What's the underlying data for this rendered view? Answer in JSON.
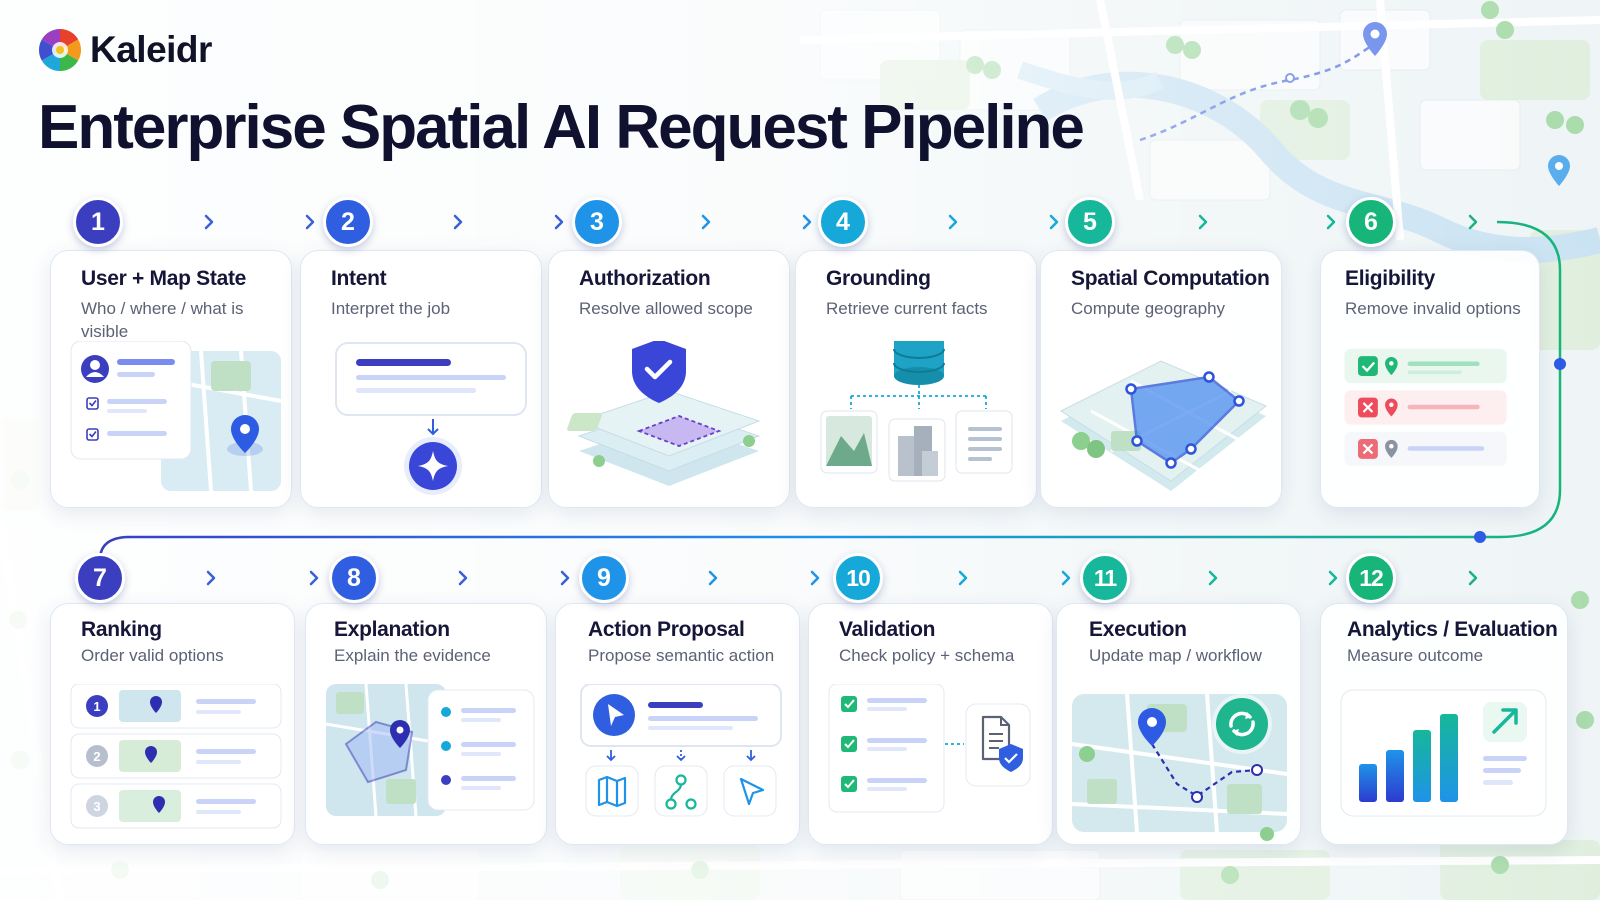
{
  "brand": {
    "name": "Kaleidr"
  },
  "title": "Enterprise Spatial AI Request Pipeline",
  "colors": {
    "step1": "#3b3fbf",
    "step2": "#2f5fe0",
    "step3": "#1f93e8",
    "step4": "#16a8d8",
    "step5": "#16b79a",
    "step6": "#17b57a",
    "step7": "#3b3fbf",
    "step8": "#2f5fe0",
    "step9": "#1f93e8",
    "step10": "#16a8d8",
    "step11": "#16b79a",
    "step12": "#17b57a"
  },
  "steps": [
    {
      "num": "1",
      "title": "User + Map State",
      "subtitle": "Who / where / what is visible"
    },
    {
      "num": "2",
      "title": "Intent",
      "subtitle": "Interpret the job"
    },
    {
      "num": "3",
      "title": "Authorization",
      "subtitle": "Resolve allowed scope"
    },
    {
      "num": "4",
      "title": "Grounding",
      "subtitle": "Retrieve current facts"
    },
    {
      "num": "5",
      "title": "Spatial Computation",
      "subtitle": "Compute geography"
    },
    {
      "num": "6",
      "title": "Eligibility",
      "subtitle": "Remove invalid options"
    },
    {
      "num": "7",
      "title": "Ranking",
      "subtitle": "Order valid options"
    },
    {
      "num": "8",
      "title": "Explanation",
      "subtitle": "Explain the evidence"
    },
    {
      "num": "9",
      "title": "Action Proposal",
      "subtitle": "Propose semantic action"
    },
    {
      "num": "10",
      "title": "Validation",
      "subtitle": "Check policy + schema"
    },
    {
      "num": "11",
      "title": "Execution",
      "subtitle": "Update map / workflow"
    },
    {
      "num": "12",
      "title": "Analytics / Evaluation",
      "subtitle": "Measure outcome"
    }
  ],
  "ranking_labels": [
    "1",
    "2",
    "3"
  ],
  "icons": {
    "user-map-state": "user-checklist-map-pin-icon",
    "intent": "sparkle-icon",
    "authorization": "shield-check-icon",
    "grounding": "database-icon",
    "spatial-computation": "polygon-icon",
    "eligibility": "check-x-list-icon",
    "ranking": "ranked-list-icon",
    "explanation": "map-polygon-icon",
    "action-proposal": "cursor-icon",
    "validation": "document-shield-icon",
    "execution": "refresh-icon",
    "analytics": "bar-chart-trend-icon"
  }
}
